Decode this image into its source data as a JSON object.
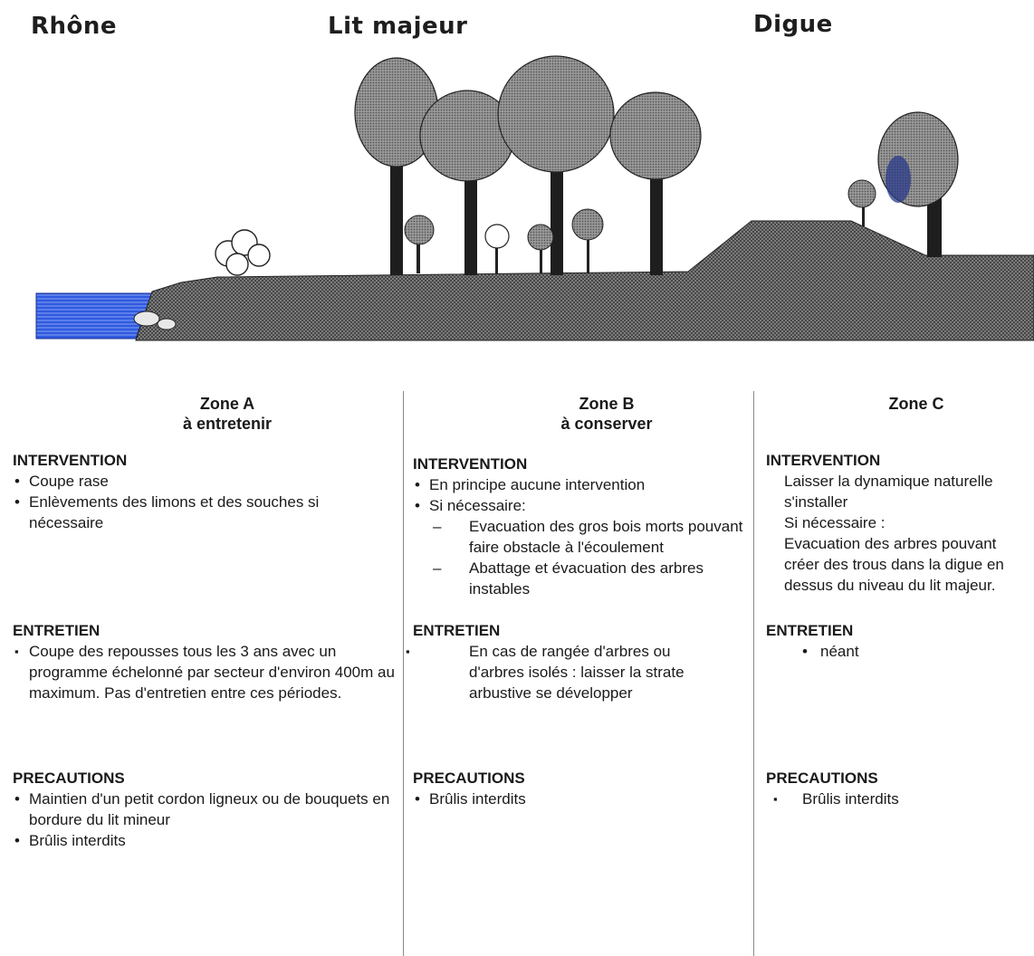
{
  "top_labels": {
    "rhone": "Rhône",
    "lit_majeur": "Lit majeur",
    "digue": "Digue"
  },
  "colors": {
    "water": "#2a4fd6",
    "ground": "#555555",
    "crown": "#777777",
    "dark_crown": "#2a3a8a"
  },
  "zones": [
    {
      "name": "Zone A",
      "subtitle": "à entretenir",
      "intervention": {
        "title": "INTERVENTION",
        "items": [
          "Coupe rase",
          "Enlèvements des limons et des souches si nécessaire"
        ]
      },
      "entretien": {
        "title": "ENTRETIEN",
        "items": [
          "Coupe des repousses tous les 3 ans avec un programme échelonné par secteur d'environ 400m au maximum. Pas d'entretien entre ces périodes."
        ]
      },
      "precautions": {
        "title": "PRECAUTIONS",
        "items": [
          "Maintien d'un petit cordon ligneux ou de bouquets en bordure du lit mineur",
          "Brûlis interdits"
        ]
      }
    },
    {
      "name": "Zone B",
      "subtitle": "à conserver",
      "intervention": {
        "title": "INTERVENTION",
        "items": [
          "En principe aucune intervention",
          "Si nécessaire:"
        ],
        "sub_items": [
          "Evacuation des gros bois morts pouvant faire obstacle à l'écoulement",
          "Abattage et évacuation des arbres instables"
        ]
      },
      "entretien": {
        "title": "ENTRETIEN",
        "items": [
          "En cas de rangée d'arbres ou d'arbres isolés : laisser la strate arbustive se développer"
        ]
      },
      "precautions": {
        "title": "PRECAUTIONS",
        "items": [
          "Brûlis interdits"
        ]
      }
    },
    {
      "name": "Zone C",
      "subtitle": "",
      "intervention": {
        "title": "INTERVENTION",
        "lines": [
          "Laisser la dynamique naturelle s'installer",
          "Si nécessaire :",
          "Evacuation des arbres pouvant créer des trous dans la digue en dessus du niveau du lit majeur."
        ]
      },
      "entretien": {
        "title": "ENTRETIEN",
        "items": [
          "néant"
        ]
      },
      "precautions": {
        "title": "PRECAUTIONS",
        "items": [
          "Brûlis interdits"
        ]
      }
    }
  ]
}
